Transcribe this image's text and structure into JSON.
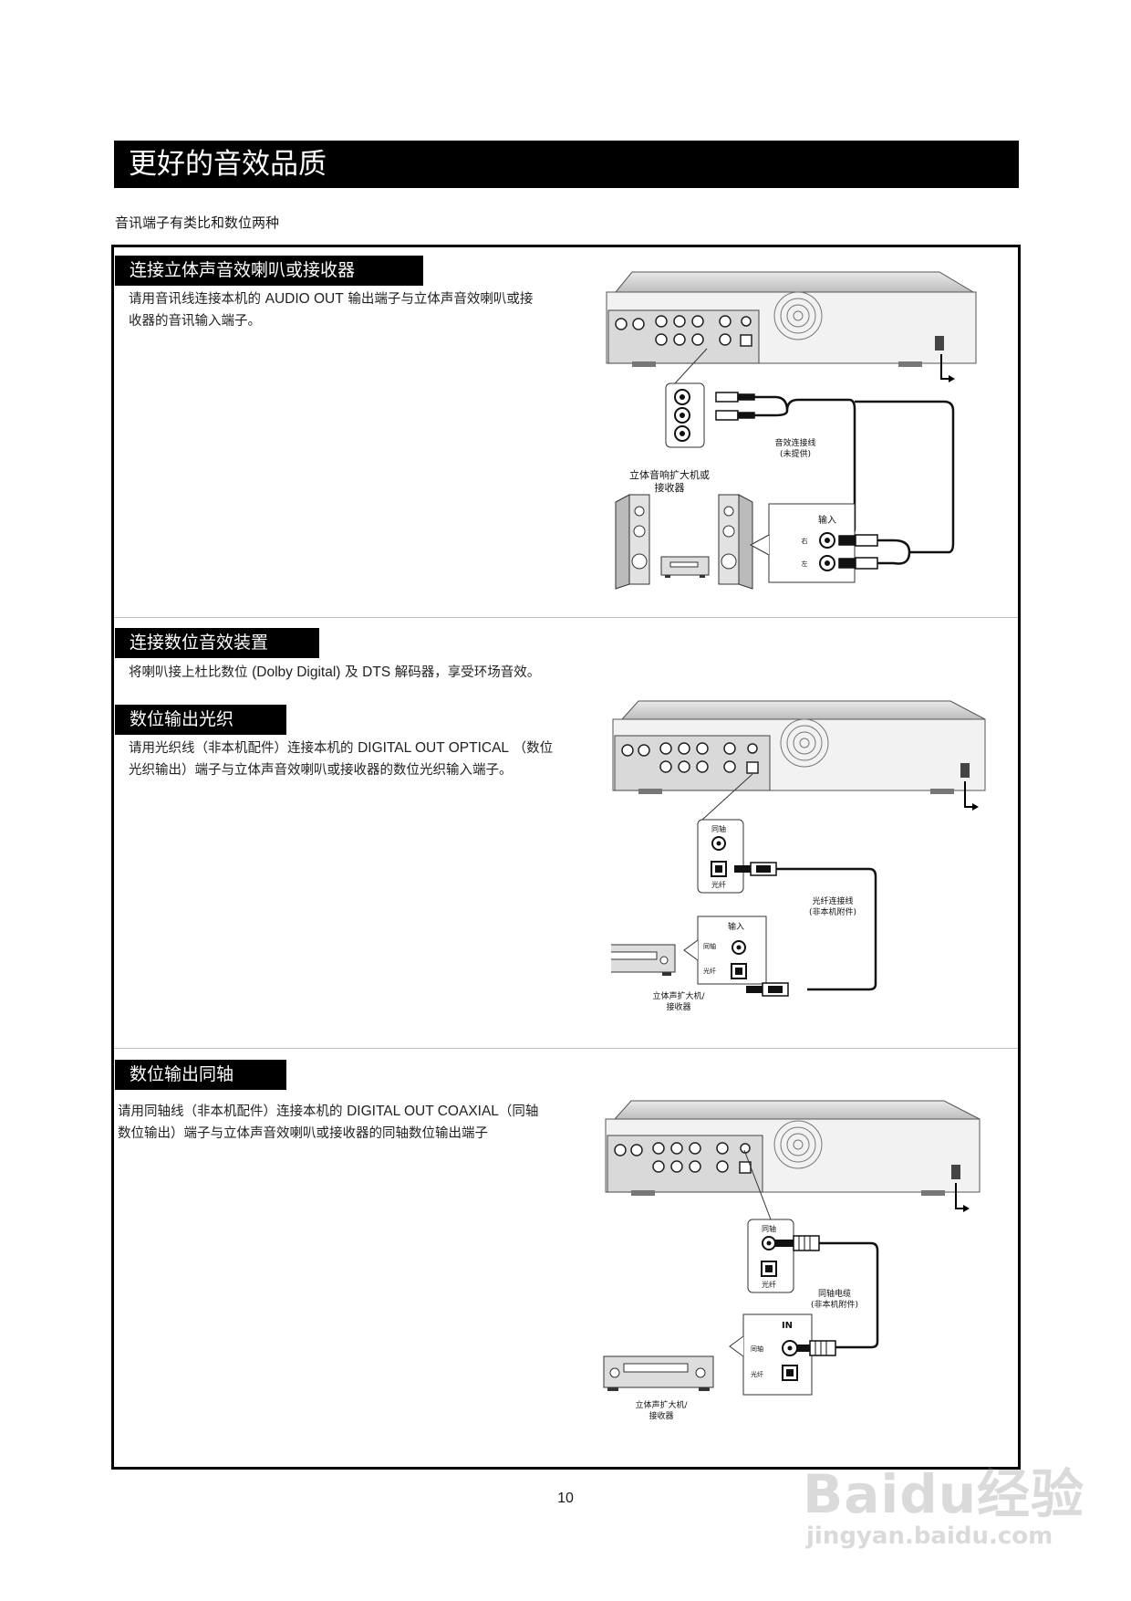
{
  "page": {
    "title": "更好的音效品质",
    "intro": "音讯端子有类比和数位两种",
    "number": "10"
  },
  "analog": {
    "heading": "连接立体声音效喇叭或接收器",
    "text_l1_a": "请用音讯线连接本机的",
    "text_l1_en": "AUDIO OUT",
    "text_l1_b": "输出端子与立体声音效喇叭或接",
    "text_l2": "收器的音讯输入端子。",
    "cable_label_1": "音效连接线",
    "cable_label_2": "(未提供)",
    "amp_label_1": "立体音响扩大机或",
    "amp_label_2": "接收器",
    "input_label": "输入",
    "right_label": "右",
    "left_label": "左"
  },
  "digital": {
    "heading": "连接数位音效装置",
    "text_a": "将喇叭接上杜比数位",
    "text_dolby": "(Dolby Digital)",
    "text_b": "及",
    "text_dts": "DTS",
    "text_c": "解码器，享受环场音效。"
  },
  "optical": {
    "heading": "数位输出光织",
    "text_l1_a": "请用光织线（非本机配件）连接本机的",
    "text_l1_en": "DIGITAL OUT OPTICAL",
    "text_l1_b": "（数位",
    "text_l2": "光织输出）端子与立体声音效喇叭或接收器的数位光织输入端子。",
    "coax_label": "同轴",
    "optical_label": "光纤",
    "cable_label_1": "光纤连接线",
    "cable_label_2": "(非本机附件)",
    "input_label": "输入",
    "amp_label_1": "立体声扩大机/",
    "amp_label_2": "接收器"
  },
  "coaxial": {
    "heading": "数位输出同轴",
    "text_l1_a": "请用同轴线（非本机配件）连接本机的",
    "text_l1_en": "DIGITAL OUT COAXIAL",
    "text_l1_b": "（同轴",
    "text_l2": "数位输出）端子与立体声音效喇叭或接收器的同轴数位输出端子",
    "coax_label": "同轴",
    "optical_label": "光纤",
    "cable_label_1": "同轴电缆",
    "cable_label_2": "(非本机附件)",
    "input_label": "IN",
    "amp_label_1": "立体声扩大机/",
    "amp_label_2": "接收器"
  },
  "watermark": {
    "brand": "Baidu经验",
    "url": "jingyan.baidu.com"
  },
  "icons": [
    "dvd-player-rear-icon",
    "speaker-icon",
    "amplifier-icon",
    "rca-plug-icon",
    "optical-plug-icon",
    "coaxial-plug-icon",
    "fan-grille-icon"
  ]
}
